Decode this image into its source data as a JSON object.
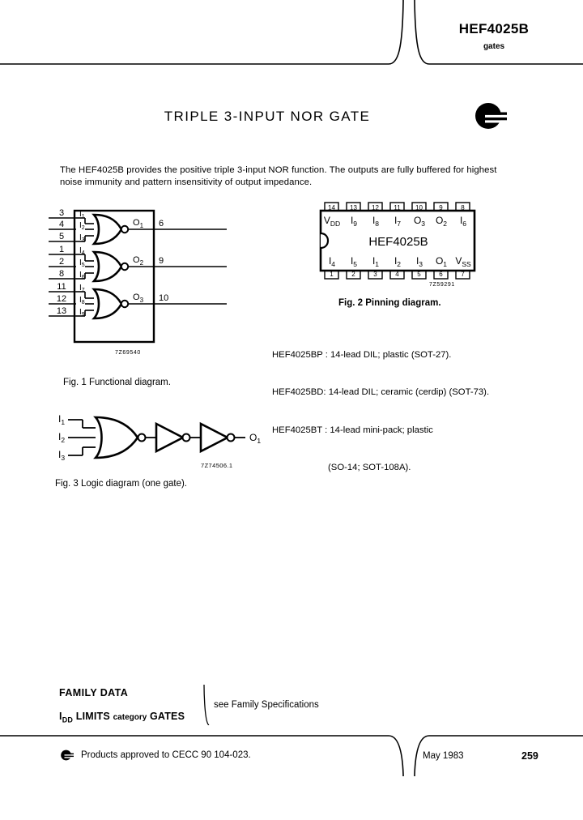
{
  "header": {
    "title": "HEF4025B",
    "subtitle": "gates"
  },
  "main_title": "TRIPLE 3-INPUT NOR GATE",
  "logo_name": "philips-shield-logo",
  "description": "The HEF4025B provides the positive triple 3-input NOR function. The outputs are fully buffered for highest noise immunity and pattern insensitivity of output impedance.",
  "fig1": {
    "caption": "Fig. 1  Functional diagram.",
    "ref_code": "7Z69540",
    "gates": [
      {
        "inputs": [
          {
            "pin": "3",
            "label": "I1"
          },
          {
            "pin": "4",
            "label": "I2"
          },
          {
            "pin": "5",
            "label": "I3"
          }
        ],
        "output": {
          "pin": "6",
          "label": "O1"
        }
      },
      {
        "inputs": [
          {
            "pin": "1",
            "label": "I4"
          },
          {
            "pin": "2",
            "label": "I5"
          },
          {
            "pin": "8",
            "label": "I6"
          }
        ],
        "output": {
          "pin": "9",
          "label": "O2"
        }
      },
      {
        "inputs": [
          {
            "pin": "11",
            "label": "I7"
          },
          {
            "pin": "12",
            "label": "I8"
          },
          {
            "pin": "13",
            "label": "I9"
          }
        ],
        "output": {
          "pin": "10",
          "label": "O3"
        }
      }
    ]
  },
  "fig2": {
    "caption": "Fig. 2  Pinning diagram.",
    "ref_code": "7Z59291",
    "device": "HEF4025B",
    "top_pins": [
      {
        "pin": "14",
        "label": "VDD"
      },
      {
        "pin": "13",
        "label": "I9"
      },
      {
        "pin": "12",
        "label": "I8"
      },
      {
        "pin": "11",
        "label": "I7"
      },
      {
        "pin": "10",
        "label": "O3"
      },
      {
        "pin": "9",
        "label": "O2"
      },
      {
        "pin": "8",
        "label": "I6"
      }
    ],
    "bottom_pins": [
      {
        "pin": "1",
        "label": "I4"
      },
      {
        "pin": "2",
        "label": "I5"
      },
      {
        "pin": "3",
        "label": "I1"
      },
      {
        "pin": "4",
        "label": "I2"
      },
      {
        "pin": "5",
        "label": "I3"
      },
      {
        "pin": "6",
        "label": "O1"
      },
      {
        "pin": "7",
        "label": "VSS"
      }
    ]
  },
  "packages": [
    "HEF4025BP : 14-lead DIL; plastic (SOT-27).",
    "HEF4025BD: 14-lead DIL; ceramic (cerdip) (SOT-73).",
    "HEF4025BT : 14-lead mini-pack; plastic",
    "                      (SO-14; SOT-108A)."
  ],
  "fig3": {
    "caption": "Fig. 3  Logic diagram (one gate).",
    "ref_code": "7Z74506.1",
    "inputs": [
      "I1",
      "I2",
      "I3"
    ],
    "output": "O1"
  },
  "family": {
    "line1": "FAMILY DATA",
    "line2_prefix": "I",
    "line2_sub": "DD",
    "line2_main": " LIMITS ",
    "line2_small": "category",
    "line2_end": " GATES",
    "see": "see Family Specifications"
  },
  "footer": {
    "approval": "Products approved to CECC 90 104-023.",
    "date": "May 1983",
    "page": "259",
    "logo_name": "philips-shield-logo-small"
  },
  "colors": {
    "ink": "#000000",
    "paper": "#ffffff"
  }
}
